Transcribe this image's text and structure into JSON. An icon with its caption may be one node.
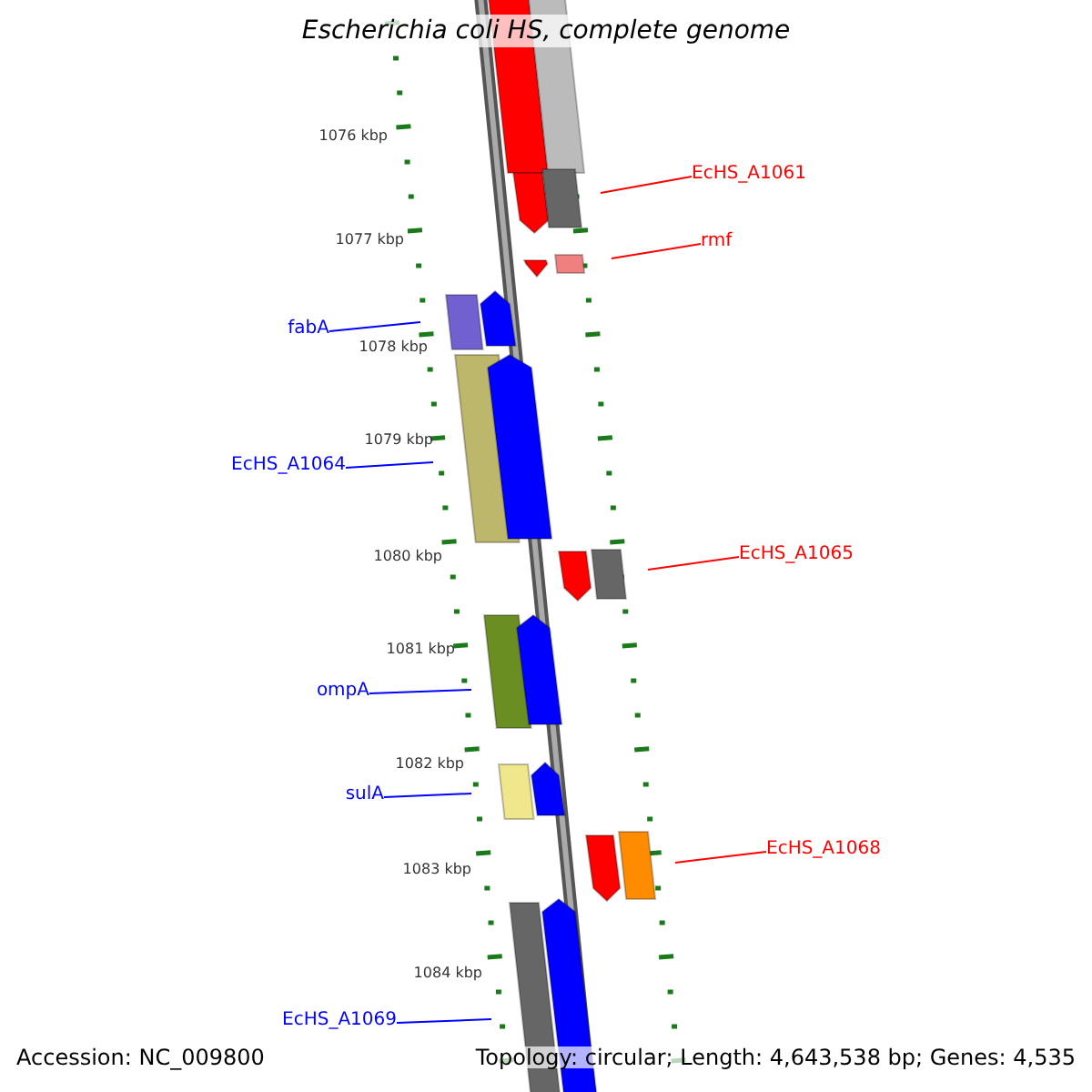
{
  "diagram": {
    "title": "Escherichia coli HS, complete genome",
    "nodes": [
      {
        "text": [
          "EcHS_A1061"
        ]
      },
      {
        "text": [
          "rmf"
        ]
      },
      {
        "text": [
          "fabA"
        ]
      },
      {
        "text": [
          "EcHS_A1064"
        ]
      },
      {
        "text": [
          "EcHS_A1065"
        ]
      },
      {
        "text": [
          "ompA"
        ]
      },
      {
        "text": [
          "sulA"
        ]
      },
      {
        "text": [
          "EcHS_A1068"
        ]
      },
      {
        "text": [
          "EcHS_A1069"
        ]
      }
    ],
    "edges": [
      {
        "from": 0,
        "to": null,
        "arrow": "none",
        "color": "#ff0000"
      },
      {
        "from": 1,
        "to": null,
        "arrow": "none",
        "color": "#ff0000"
      },
      {
        "from": 2,
        "to": null,
        "arrow": "none"
      },
      {
        "from": 3,
        "to": null,
        "arrow": "none"
      },
      {
        "from": 4,
        "to": null,
        "arrow": "none",
        "color": "#ff0000"
      },
      {
        "from": 5,
        "to": null,
        "arrow": "none"
      },
      {
        "from": 6,
        "to": null,
        "arrow": "none"
      },
      {
        "from": 7,
        "to": null,
        "arrow": "none",
        "color": "#ff0000"
      },
      {
        "from": 8,
        "to": null,
        "arrow": "none"
      }
    ],
    "labels": [
      "1076 kbp",
      "1077 kbp",
      "1078 kbp",
      "1079 kbp",
      "1080 kbp",
      "1081 kbp",
      "1082 kbp",
      "1083 kbp",
      "1084 kbp",
      "Accession: NC_009800",
      "Topology: circular; Length: 4,643,538 bp; Genes: 4,535"
    ]
  }
}
